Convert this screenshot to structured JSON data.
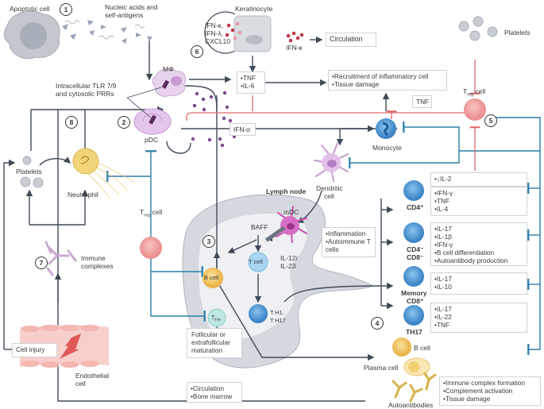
{
  "colors": {
    "line_dark": "#3f4a59",
    "line_blue": "#2a7ea8",
    "line_red": "#e06a6a",
    "treg": "#f0a2a2",
    "tcell": "#4a90d0",
    "bcell": "#f2c14e",
    "pdc": "#c79ad1",
    "lymph": "#c9ced6"
  },
  "steps": [
    "1",
    "2",
    "3",
    "4",
    "5",
    "6",
    "7",
    "8"
  ],
  "labels": {
    "apoptotic_cell": "Apoptotic cell",
    "nucleic_acids": [
      "Nucleic acids and",
      "self-antigens"
    ],
    "intracellular_tlr": [
      "Intracellular TLR 7/9",
      "and cytosolic PRRs"
    ],
    "macrophage": "MΦ",
    "pdc": "pDC",
    "keratinocyte": "Keratinocyte",
    "keratinocyte_cytokines": [
      "IFN-κ,",
      "IFN-λ,",
      "CXCL10"
    ],
    "ifn_kappa": "IFN-κ",
    "circulation_box": "Circulation",
    "ifn_alpha": "IFN-α",
    "platelets_left": "Platelets",
    "neutrophil": "Neutrophil",
    "treg_left": "T",
    "treg_sub": "reg",
    "treg_cell_word": " cell",
    "immune_complexes": [
      "Immune",
      "complexes"
    ],
    "cell_injury": "Cell injury",
    "endothelial": [
      "Endothelial",
      "cell"
    ],
    "lymph_node": "Lymph node",
    "mdc": "mDC",
    "baff": "BAFF",
    "t_cell": "T cell",
    "b_cell": "B cell",
    "il12_23": [
      "IL-12/",
      "IL-23"
    ],
    "tfh": "T",
    "tfh_sub": "FH",
    "th1_th17": [
      "T H1,",
      "T H17"
    ],
    "dendritic_cell": [
      "Dendritic",
      "cell"
    ],
    "monocyte": "Monocyte",
    "tnf_small": "TNF",
    "platelets_right": "Platelets",
    "cd4": "CD4⁺",
    "cd4_cd8": [
      "CD4⁻",
      "CD8⁻"
    ],
    "memory_cd8": [
      "Memory",
      "CD8⁺"
    ],
    "th17": "TH17",
    "b_cell_right": "B cell",
    "plasma_cell": "Plasma cell",
    "autoantibodies": "Autoantibodies"
  },
  "boxes": {
    "tnf_il6": [
      "TNF",
      "IL-6"
    ],
    "recruitment": [
      "Recruitment of inflammatory cell",
      "Tissue damage"
    ],
    "inflammation": [
      "Inflammation",
      "Autoimmune T cells"
    ],
    "cd4_top": [
      "↓IL-2"
    ],
    "cd4_bottom": [
      "IFN-γ",
      "TNF",
      "IL-4"
    ],
    "cd4_cd8": [
      "IL-17",
      "IL-1β",
      "IFN-γ",
      "B cell differentiation",
      "Autoantibody production"
    ],
    "memory_cd8": [
      "IL-17",
      "IL-10"
    ],
    "th17": [
      "IL-17",
      "IL-22",
      "TNF"
    ],
    "follicular": [
      "Follicular or",
      "extrafollicular",
      "maturation"
    ],
    "circulation_marrow": [
      "Circulation",
      "Bone marrow"
    ],
    "autoantibody_effects": [
      "Immune complex formation",
      "Complement activation",
      "Tissue damage"
    ]
  }
}
